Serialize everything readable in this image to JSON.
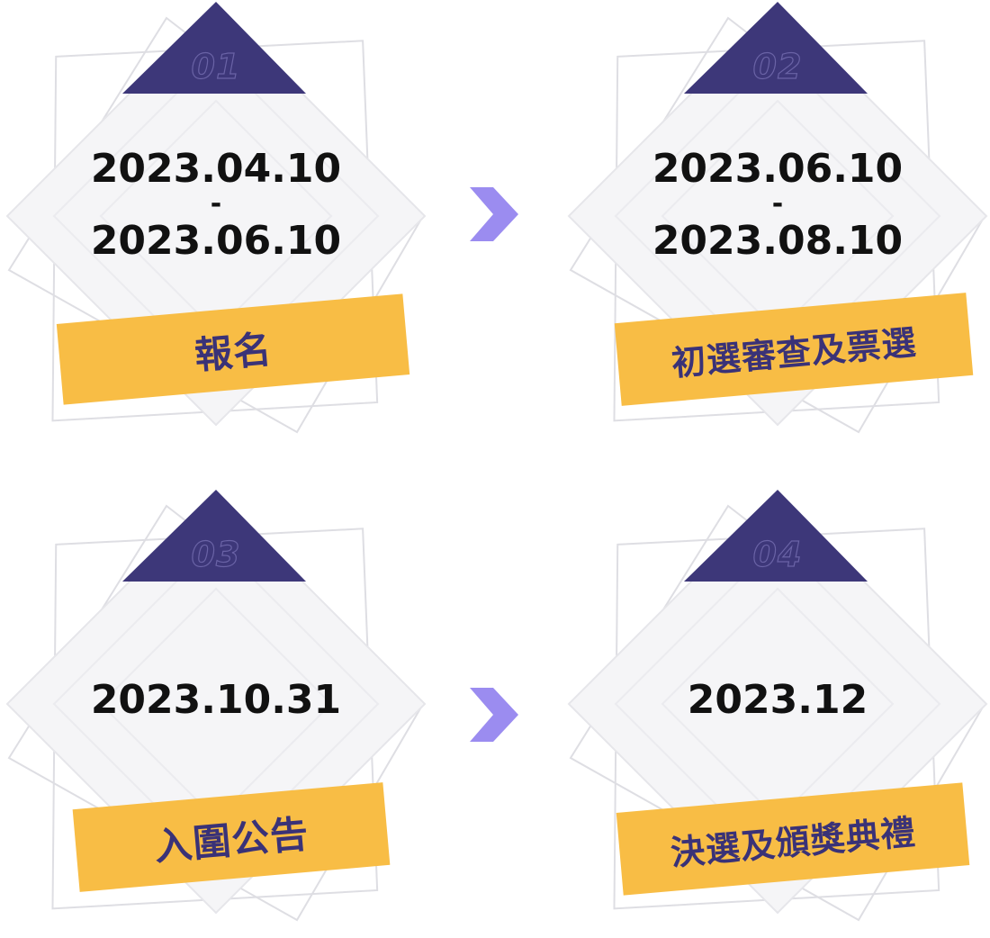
{
  "colors": {
    "accent_purple": "#3d3779",
    "arrow_purple": "#9b8cf0",
    "label_yellow": "#f8bd45",
    "label_text": "#3a3277",
    "card_fill": "#f5f5f7",
    "card_line": "#dedee3"
  },
  "icons": {
    "next_step": "chevron-right-icon"
  },
  "steps": [
    {
      "number": "01",
      "date_start": "2023.04.10",
      "separator": "-",
      "date_end": "2023.06.10",
      "label": "報名"
    },
    {
      "number": "02",
      "date_start": "2023.06.10",
      "separator": "-",
      "date_end": "2023.08.10",
      "label": "初選審查及票選"
    },
    {
      "number": "03",
      "date_start": "2023.10.31",
      "label": "入圍公告"
    },
    {
      "number": "04",
      "date_start": "2023.12",
      "label": "決選及頒獎典禮"
    }
  ]
}
